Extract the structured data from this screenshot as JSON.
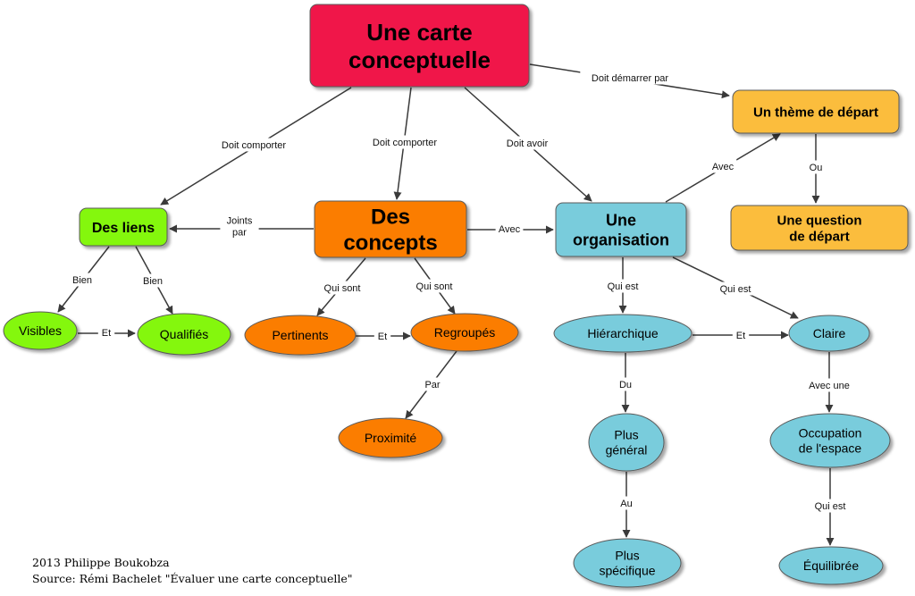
{
  "nodes": {
    "root": {
      "lines": [
        "Une carte",
        "conceptuelle"
      ]
    },
    "liens": {
      "lines": [
        "Des liens"
      ]
    },
    "concepts": {
      "lines": [
        "Des",
        "concepts"
      ]
    },
    "organisation": {
      "lines": [
        "Une",
        "organisation"
      ]
    },
    "theme": {
      "lines": [
        "Un thème de départ"
      ]
    },
    "question": {
      "lines": [
        "Une question",
        "de départ"
      ]
    },
    "visibles": {
      "lines": [
        "Visibles"
      ]
    },
    "qualifies": {
      "lines": [
        "Qualifiés"
      ]
    },
    "pertinents": {
      "lines": [
        "Pertinents"
      ]
    },
    "regroupes": {
      "lines": [
        "Regroupés"
      ]
    },
    "proximite": {
      "lines": [
        "Proximité"
      ]
    },
    "hierarchique": {
      "lines": [
        "Hiérarchique"
      ]
    },
    "claire": {
      "lines": [
        "Claire"
      ]
    },
    "plus_general": {
      "lines": [
        "Plus",
        "général"
      ]
    },
    "occupation": {
      "lines": [
        "Occupation",
        "de l'espace"
      ]
    },
    "plus_specifique": {
      "lines": [
        "Plus",
        "spécifique"
      ]
    },
    "equilibree": {
      "lines": [
        "Équilibrée"
      ]
    }
  },
  "links": [
    {
      "id": "root-liens",
      "label": [
        "Doit comporter"
      ]
    },
    {
      "id": "root-concepts",
      "label": [
        "Doit comporter"
      ]
    },
    {
      "id": "root-organisation",
      "label": [
        "Doit avoir"
      ]
    },
    {
      "id": "root-theme",
      "label": [
        "Doit démarrer par"
      ]
    },
    {
      "id": "concepts-liens",
      "label": [
        "Joints",
        "par"
      ]
    },
    {
      "id": "concepts-organisation",
      "label": [
        "Avec"
      ]
    },
    {
      "id": "organisation-theme",
      "label": [
        "Avec"
      ]
    },
    {
      "id": "theme-question",
      "label": [
        "Ou"
      ]
    },
    {
      "id": "liens-visibles",
      "label": [
        "Bien"
      ]
    },
    {
      "id": "liens-qualifies",
      "label": [
        "Bien"
      ]
    },
    {
      "id": "visibles-qualifies",
      "label": [
        "Et"
      ]
    },
    {
      "id": "concepts-pertinents",
      "label": [
        "Qui sont"
      ]
    },
    {
      "id": "concepts-regroupes",
      "label": [
        "Qui sont"
      ]
    },
    {
      "id": "pertinents-regroupes",
      "label": [
        "Et"
      ]
    },
    {
      "id": "regroupes-proximite",
      "label": [
        "Par"
      ]
    },
    {
      "id": "organisation-hierarchique",
      "label": [
        "Qui est"
      ]
    },
    {
      "id": "organisation-claire",
      "label": [
        "Qui est"
      ]
    },
    {
      "id": "hierarchique-claire",
      "label": [
        "Et"
      ]
    },
    {
      "id": "hierarchique-general",
      "label": [
        "Du"
      ]
    },
    {
      "id": "general-specifique",
      "label": [
        "Au"
      ]
    },
    {
      "id": "claire-occupation",
      "label": [
        "Avec une"
      ]
    },
    {
      "id": "occupation-equilibree",
      "label": [
        "Qui est"
      ]
    }
  ],
  "credits": {
    "line1": "2013 Philippe Boukobza",
    "line2": "Source: Rémi Bachelet \"Évaluer une carte conceptuelle\""
  },
  "colors": {
    "root": "#f0184a",
    "green": "#84f70e",
    "orange": "#fb7d06",
    "cyan": "#79ccdc",
    "yellow": "#fbbd3c",
    "edge": "#3a3a3a"
  }
}
